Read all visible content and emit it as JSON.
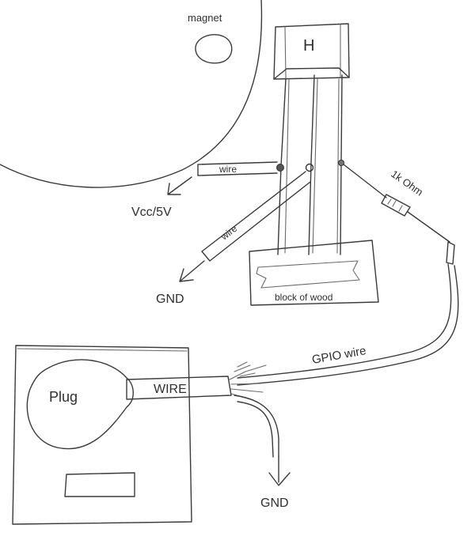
{
  "labels": {
    "magnet": "magnet",
    "sensor": "H",
    "wire_top": "wire",
    "wire_diag": "wire",
    "vcc": "Vcc/5V",
    "gnd_left": "GND",
    "block": "block of wood",
    "resistor": "1k Ohm",
    "gpio": "GPIO wire",
    "plug": "Plug",
    "cable": "WIRE",
    "gnd_bottom": "GND"
  },
  "colors": {
    "ink": "#3a3a3a",
    "paper": "#ffffff"
  }
}
